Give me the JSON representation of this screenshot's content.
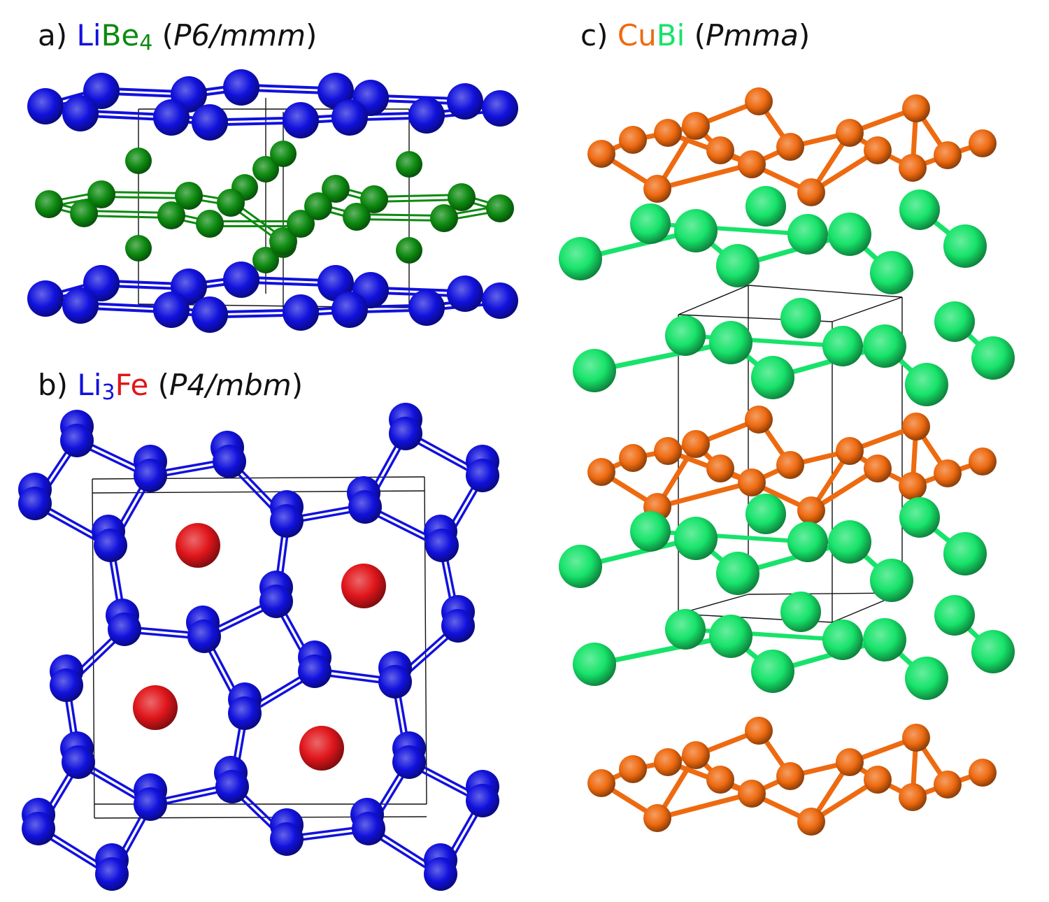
{
  "colors": {
    "li": "#1111dd",
    "be": "#0d8a10",
    "fe": "#e0161b",
    "cu": "#ee6a10",
    "bi": "#17e36a",
    "cell": "#111111",
    "text": "#111111"
  },
  "panels": {
    "a": {
      "letter": "a)",
      "el1": "Li",
      "el2": "Be",
      "el2_sub": "4",
      "spacegroup": "P6/mmm",
      "open": "(",
      "close": ")"
    },
    "b": {
      "letter": "b)",
      "el1": "Li",
      "el1_sub": "3",
      "el2": "Fe",
      "spacegroup": "P4/mbm",
      "open": "(",
      "close": ")"
    },
    "c": {
      "letter": "c)",
      "el1": "Cu",
      "el2": "Bi",
      "spacegroup": "Pmma",
      "open": "(",
      "close": ")"
    }
  }
}
